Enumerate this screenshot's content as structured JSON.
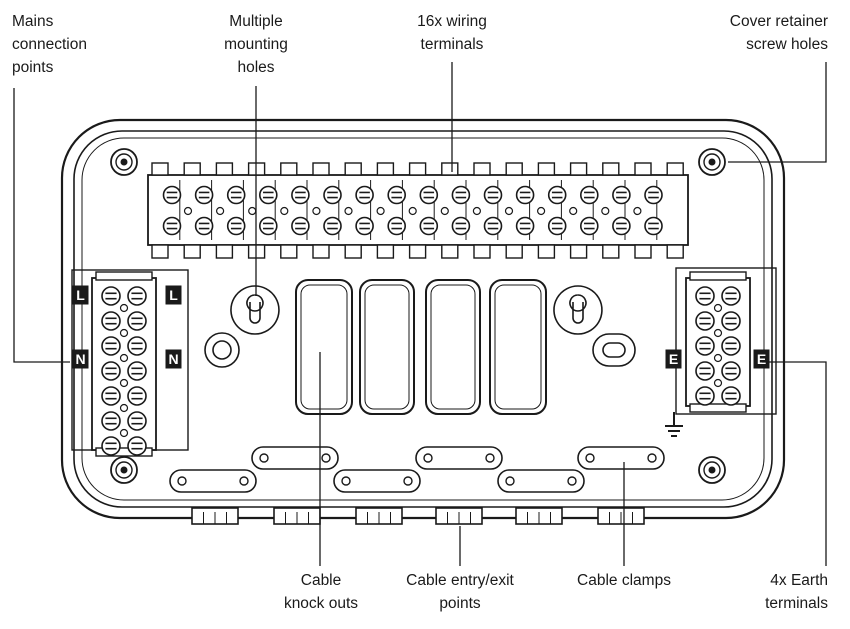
{
  "labels": {
    "mains_connection": "Mains\nconnection\npoints",
    "mounting_holes": "Multiple\nmounting\nholes",
    "wiring_terminals": "16x wiring\nterminals",
    "cover_retainer": "Cover retainer\nscrew holes",
    "knock_outs": "Cable\nknock outs",
    "entry_exit": "Cable entry/exit\npoints",
    "cable_clamps": "Cable clamps",
    "earth_terminals": "4x Earth\nterminals"
  },
  "markings": {
    "live": "L",
    "neutral": "N",
    "earth": "E"
  },
  "icons": {
    "earth_symbol": "earth-ground-icon"
  },
  "colors": {
    "line": "#1a1a1a",
    "fill": "#ffffff",
    "marking_bg": "#1a1a1a",
    "marking_text": "#ffffff"
  }
}
